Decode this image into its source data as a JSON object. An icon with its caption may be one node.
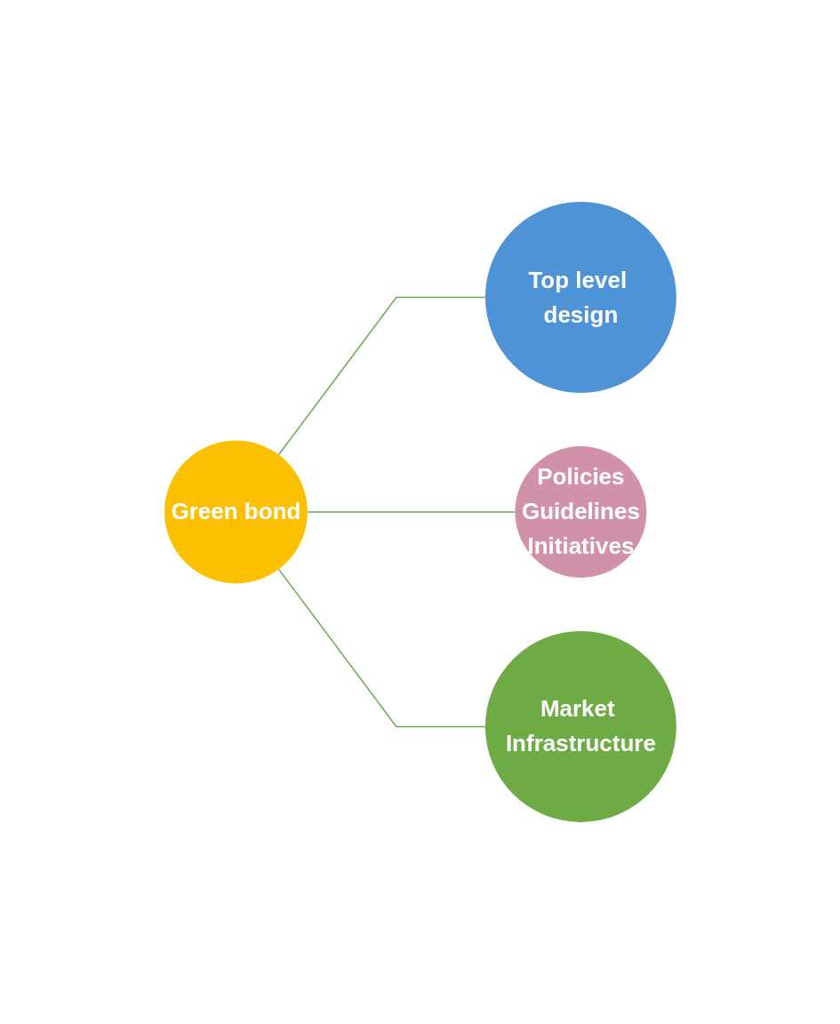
{
  "diagram": {
    "nodes": [
      {
        "text": [
          "Green bond"
        ]
      },
      {
        "text": [
          "Top level design"
        ]
      },
      {
        "text": [
          "Policies",
          "Guidelines",
          "Initiatives"
        ]
      },
      {
        "text": [
          "Market Infrastructure"
        ]
      }
    ],
    "edges": [
      {
        "from": 0,
        "to": 1,
        "arrow": "none"
      },
      {
        "from": 0,
        "to": 2,
        "arrow": "none"
      },
      {
        "from": 0,
        "to": 3,
        "arrow": "none"
      }
    ]
  }
}
